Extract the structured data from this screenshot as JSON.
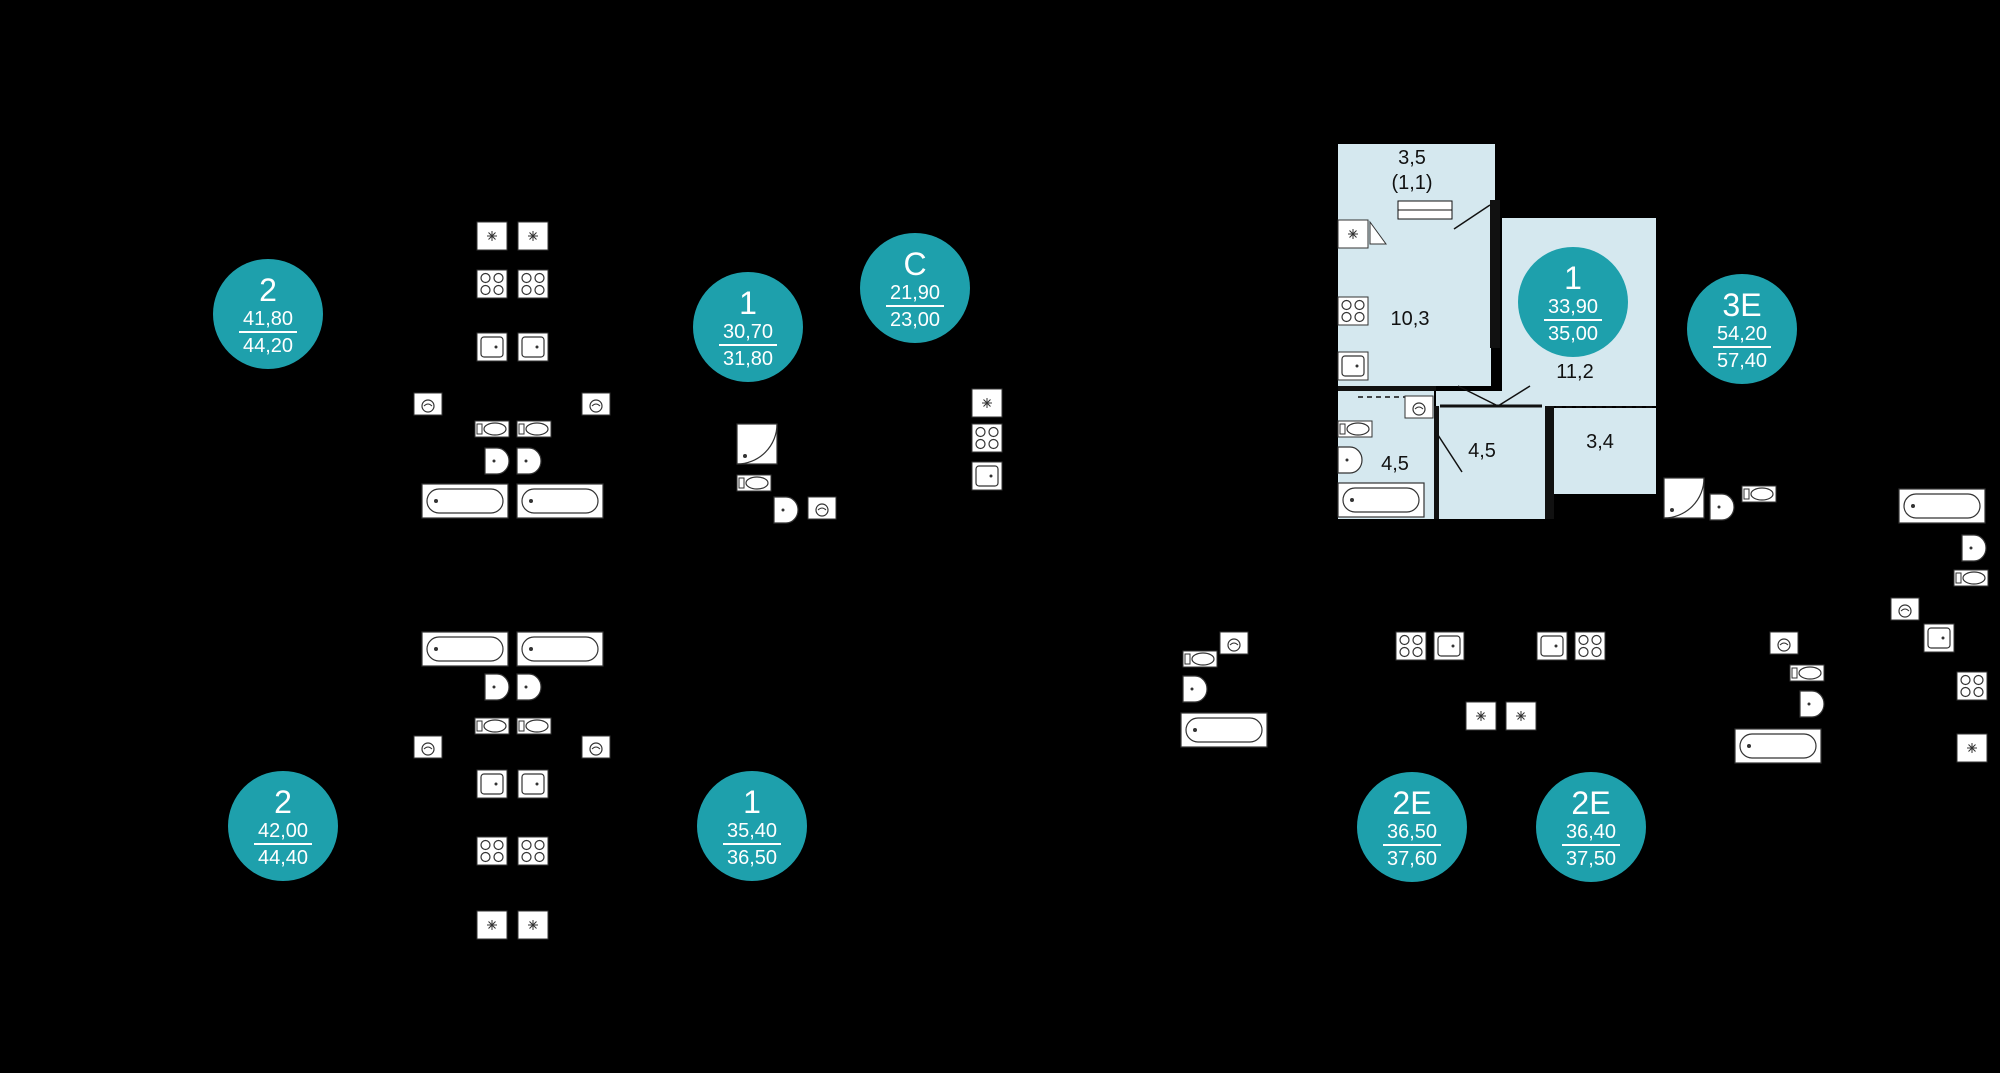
{
  "colors": {
    "background": "#000000",
    "badge": "#1ea0ac",
    "room_fill": "#d5e8ef",
    "fixture_fill": "#ffffff",
    "wall": "#111111"
  },
  "selected_unit": {
    "rooms": "1",
    "living_area": "33,90",
    "total_area": "35,00",
    "room_labels": {
      "balcony": "3,5",
      "balcony_reduced": "(1,1)",
      "kitchen": "10,3",
      "living_room": "11,2",
      "bathroom": "4,5",
      "hallway": "4,5",
      "storage": "3,4"
    }
  },
  "units": [
    {
      "id": "u2a",
      "rooms": "2",
      "living_area": "41,80",
      "total_area": "44,20"
    },
    {
      "id": "u1a",
      "rooms": "1",
      "living_area": "30,70",
      "total_area": "31,80"
    },
    {
      "id": "uc",
      "rooms": "С",
      "living_area": "21,90",
      "total_area": "23,00"
    },
    {
      "id": "u3e",
      "rooms": "3Е",
      "living_area": "54,20",
      "total_area": "57,40"
    },
    {
      "id": "u2b",
      "rooms": "2",
      "living_area": "42,00",
      "total_area": "44,40"
    },
    {
      "id": "u1b",
      "rooms": "1",
      "living_area": "35,40",
      "total_area": "36,50"
    },
    {
      "id": "u2e1",
      "rooms": "2Е",
      "living_area": "36,50",
      "total_area": "37,60"
    },
    {
      "id": "u2e2",
      "rooms": "2Е",
      "living_area": "36,40",
      "total_area": "37,50"
    }
  ]
}
